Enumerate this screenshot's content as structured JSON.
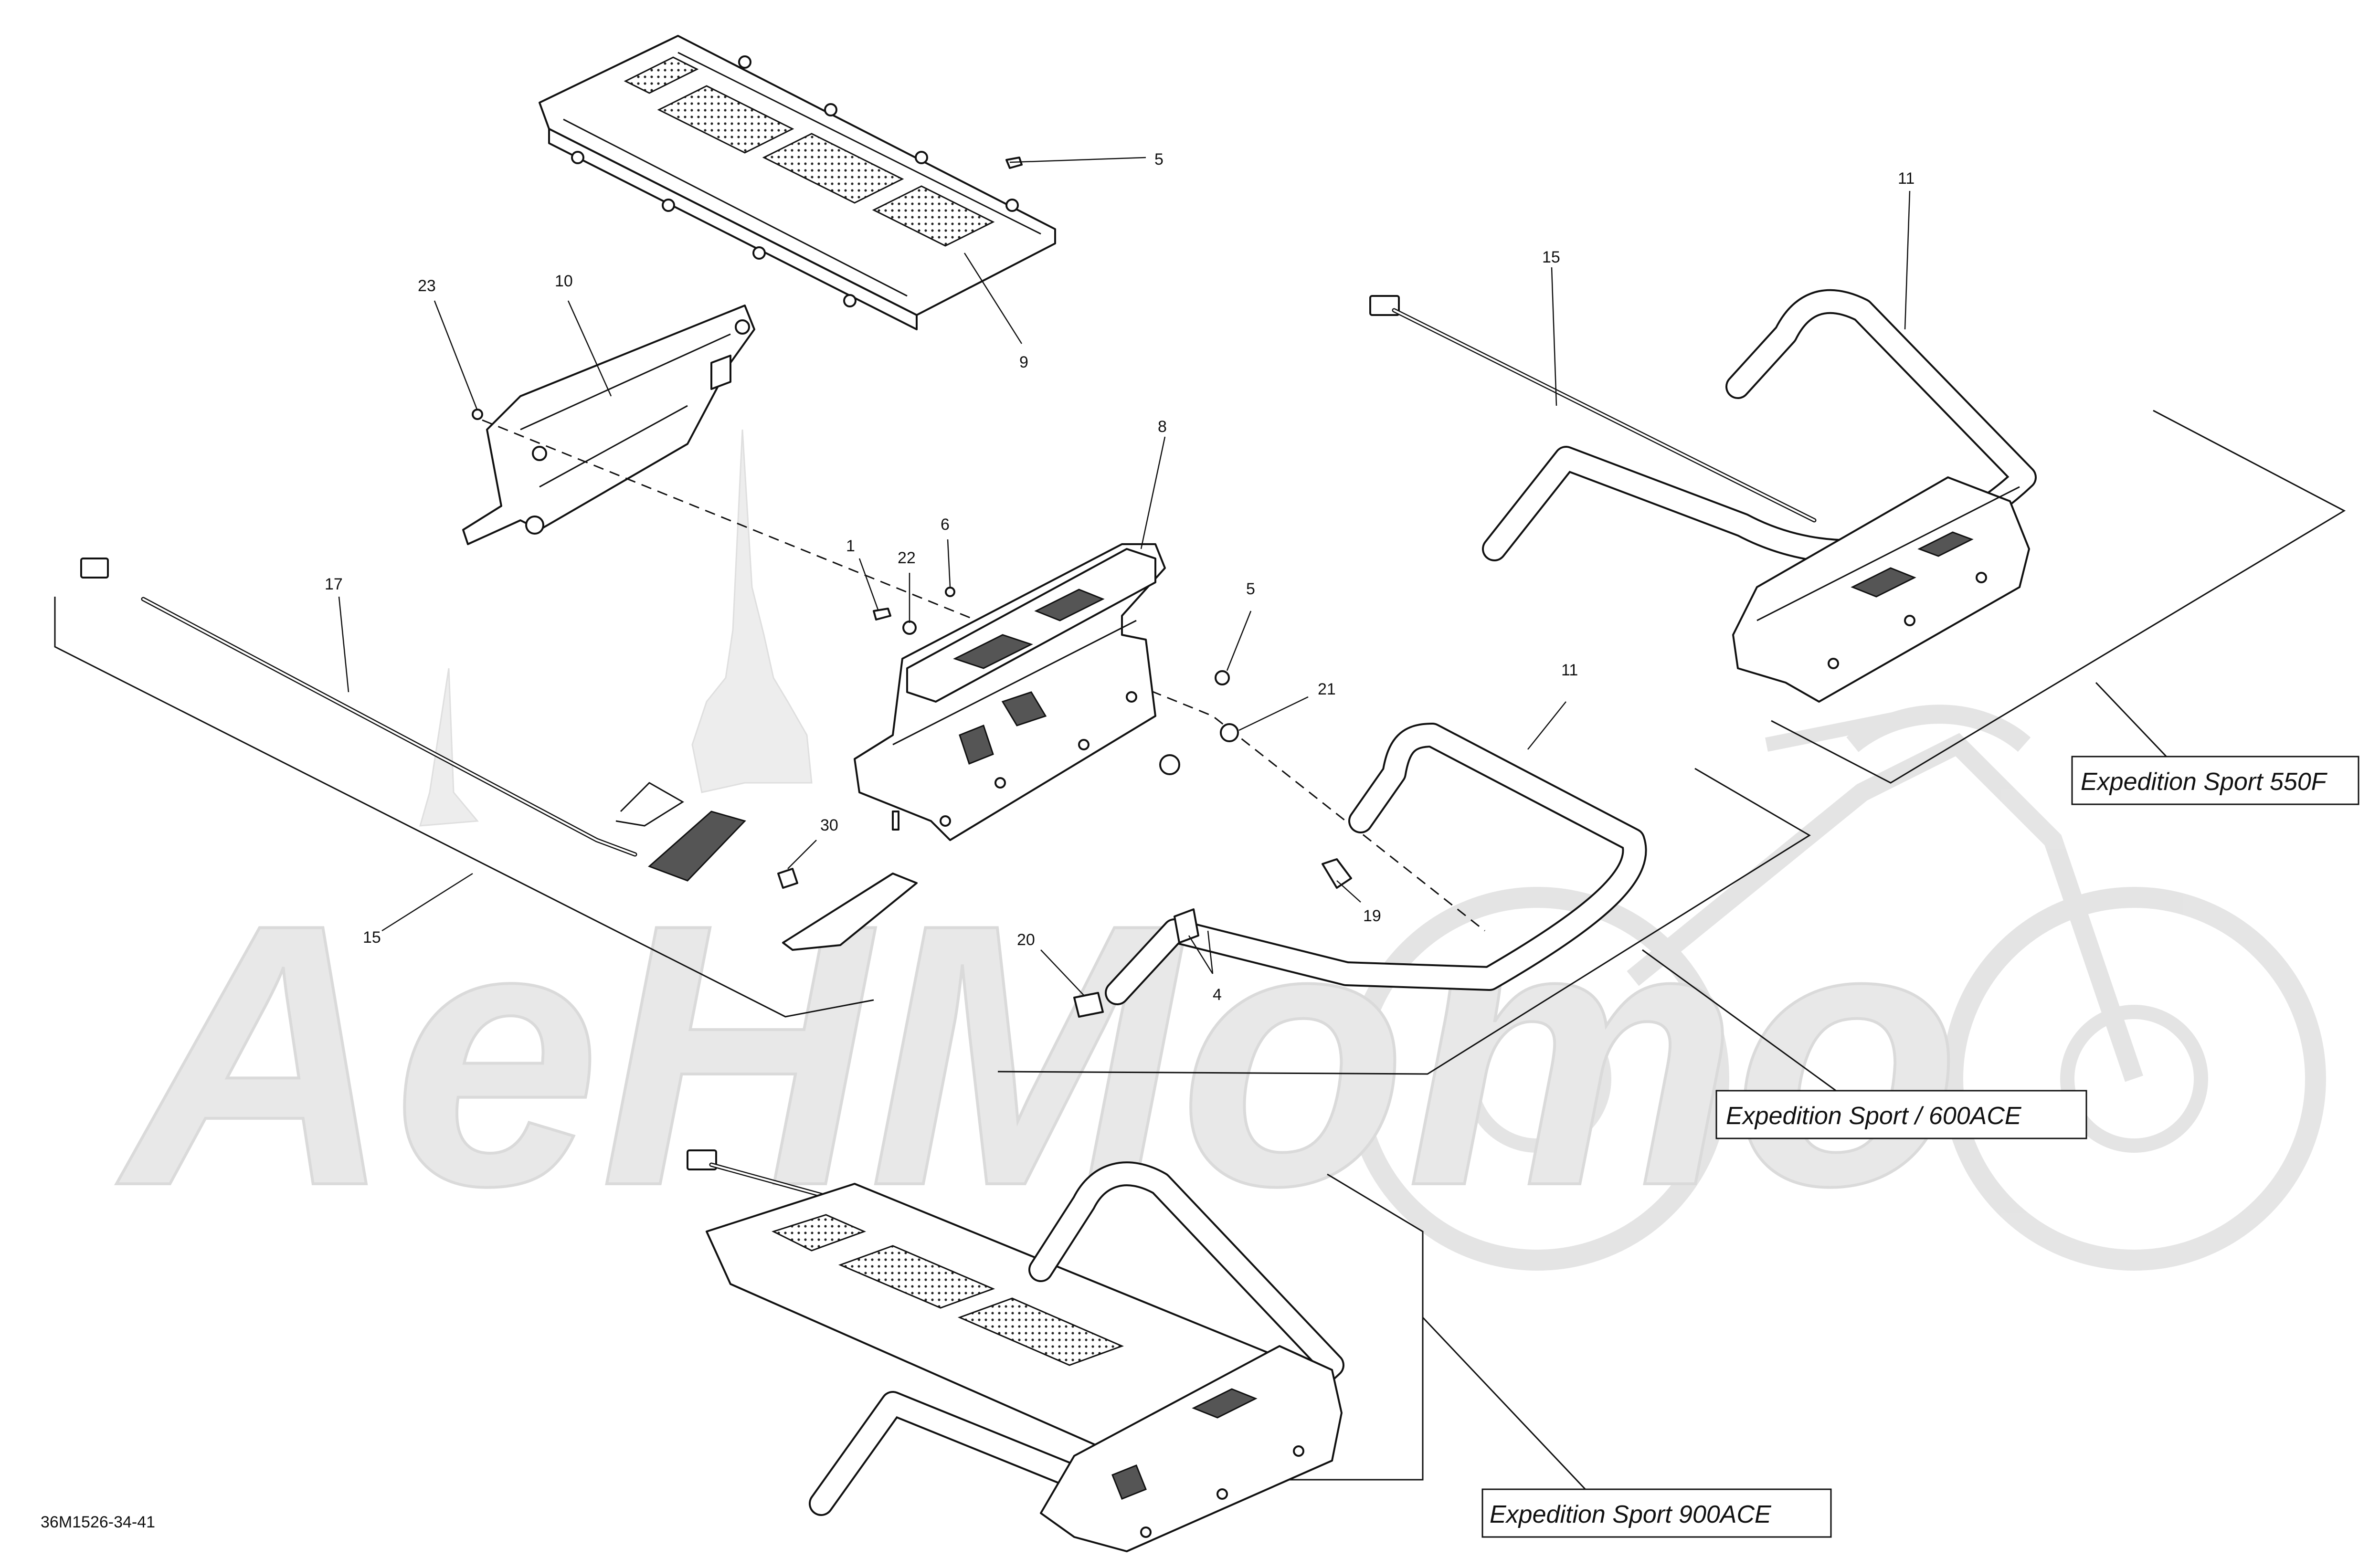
{
  "diagram": {
    "document_number": "36M1526-34-41",
    "watermark_text": "AeHMoто",
    "variant_labels": [
      "Expedition Sport 550F",
      "Expedition Sport / 600ACE",
      "Expedition Sport 900ACE"
    ],
    "callouts": [
      "1",
      "4",
      "5",
      "5",
      "6",
      "8",
      "9",
      "10",
      "11",
      "11",
      "15",
      "15",
      "17",
      "19",
      "20",
      "21",
      "22",
      "23",
      "30"
    ],
    "colors": {
      "line": "#111111",
      "watermark": "#e6e6e6",
      "background": "#ffffff"
    }
  }
}
